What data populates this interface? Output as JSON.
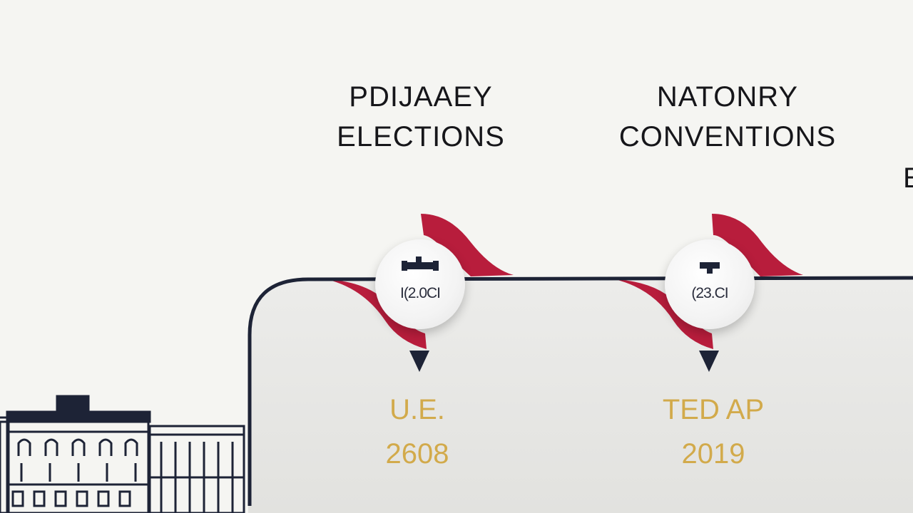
{
  "milestones": [
    {
      "heading": [
        "PDIJAAEY",
        "ELECTIONS"
      ],
      "badge_code": "I(2.0CI",
      "label": "U.E.",
      "year": "2608"
    },
    {
      "heading": [
        "NATONRY",
        "CONVENTIONS"
      ],
      "badge_code": "(23.CI",
      "label": "TED AP",
      "year": "2019"
    },
    {
      "heading": [
        "E"
      ]
    }
  ],
  "icons": {
    "stamp_1": "gavel-icon",
    "stamp_2": "gavel-icon",
    "building": "capitol-building-icon",
    "arrows": "arrow-down-icon"
  },
  "colors": {
    "background": "#f5f5f2",
    "panel": "#e9e9e6",
    "navy": "#1d2336",
    "red": "#b81d3c",
    "gold": "#d2aa4b",
    "text": "#16161a"
  }
}
